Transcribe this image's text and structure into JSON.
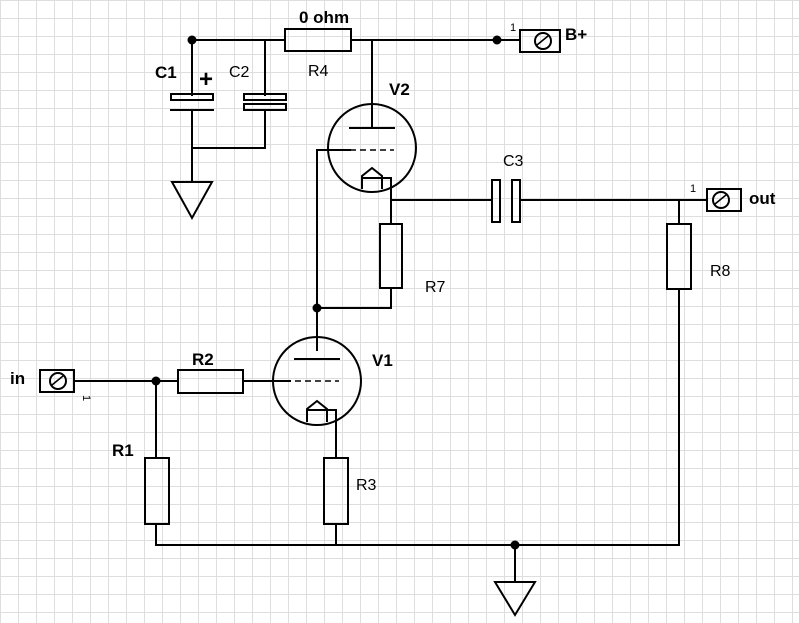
{
  "labels": {
    "r4_value": "0 ohm",
    "r4": "R4",
    "c1": "C1",
    "c1_polarity": "+",
    "c2": "C2",
    "v2": "V2",
    "c3": "C3",
    "r7": "R7",
    "r8": "R8",
    "v1": "V1",
    "r2": "R2",
    "r1": "R1",
    "r3": "R3"
  },
  "connectors": {
    "bplus": {
      "label": "B+",
      "pin": "1"
    },
    "out": {
      "label": "out",
      "pin": "1"
    },
    "in": {
      "label": "in",
      "pin": "1"
    }
  },
  "colors": {
    "wire": "#000000",
    "grid": "#dedede",
    "background": "#ffffff"
  }
}
